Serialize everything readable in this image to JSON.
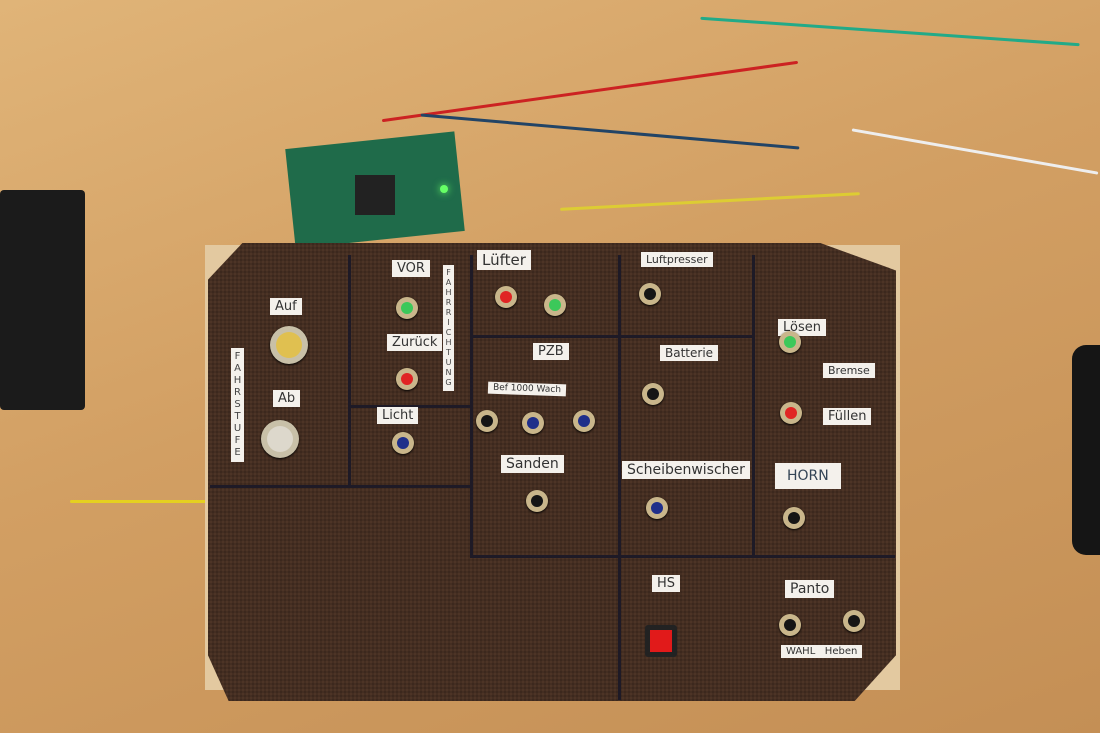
{
  "labels": {
    "auf": "Auf",
    "ab": "Ab",
    "fahrstufe": "FAHRSTUFE",
    "vor": "VOR",
    "zurueck": "Zurück",
    "fahrrichtung": "FAHRRICHTUNG",
    "licht": "Licht",
    "luefter": "Lüfter",
    "luftpresser": "Luftpresser",
    "pzb": "PZB",
    "pzb_sub": "Bef 1000 Wach",
    "batterie": "Batterie",
    "loesen": "Lösen",
    "bremse": "Bremse",
    "fuellen": "Füllen",
    "sanden": "Sanden",
    "scheibenwischer": "Scheibenwischer",
    "horn": "HORN",
    "hs": "HS",
    "panto": "Panto",
    "panto_sub": "WAHL   Heben"
  },
  "colors": {
    "red": "#e02424",
    "green": "#3cc85a",
    "blue": "#1f2f8a",
    "black": "#151515",
    "gold": "#e0c050",
    "silver": "#ddd8cc"
  }
}
